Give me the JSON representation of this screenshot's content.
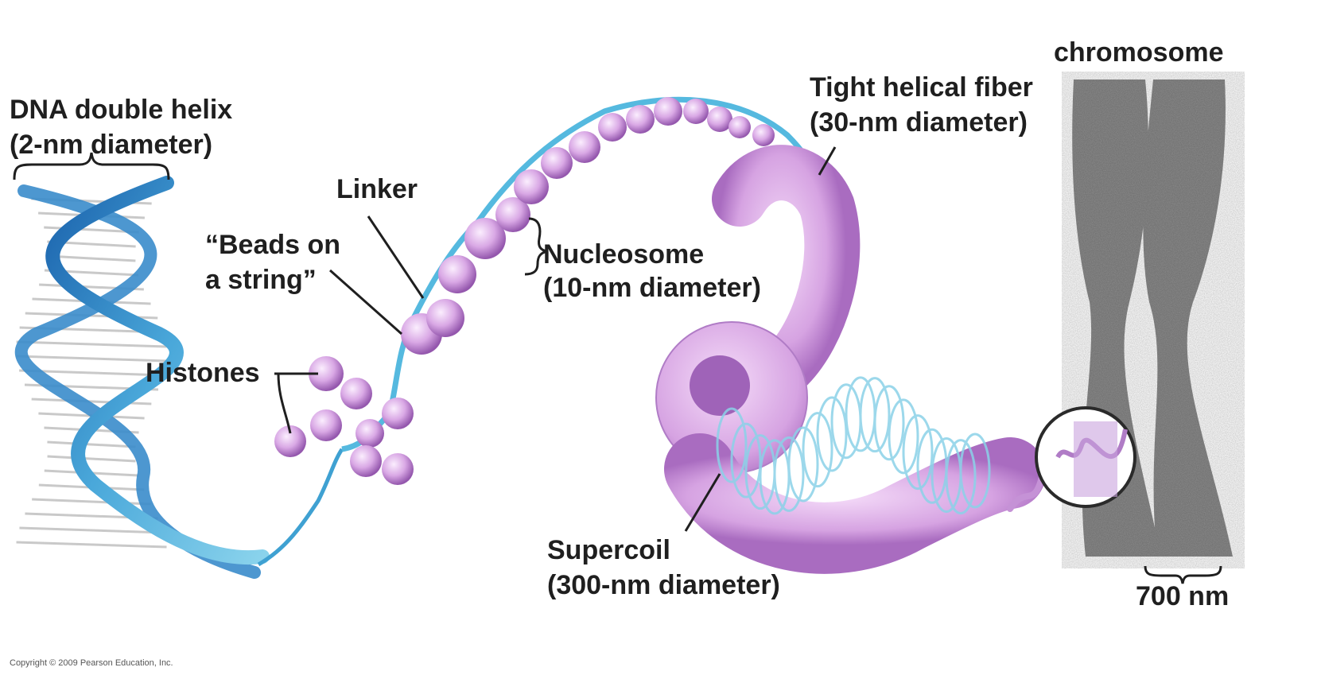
{
  "labels": {
    "dna_title": "DNA double helix",
    "dna_sub": "(2-nm diameter)",
    "linker": "Linker",
    "beads_1": "“Beads on",
    "beads_2": "a string”",
    "histones": "Histones",
    "nucleosome": "Nucleosome",
    "nucleosome_sub": "(10-nm diameter)",
    "fiber": "Tight helical fiber",
    "fiber_sub": "(30-nm diameter)",
    "supercoil": "Supercoil",
    "supercoil_sub": "(300-nm diameter)",
    "chromosome": "chromosome",
    "scale": "700 nm"
  },
  "copyright": "Copyright © 2009 Pearson Education, Inc.",
  "colors": {
    "dna_dark": "#1f6fb8",
    "dna_light": "#6cc3e4",
    "histone": "#d7a6e3",
    "histone_dark": "#9a5ab0",
    "fiber_cyan": "#7fd0e6",
    "chromosome_gray": "#6a6a6a",
    "text": "#1f1f1f"
  },
  "icons": {
    "brace": "curly-brace-icon",
    "leader": "leader-line"
  }
}
